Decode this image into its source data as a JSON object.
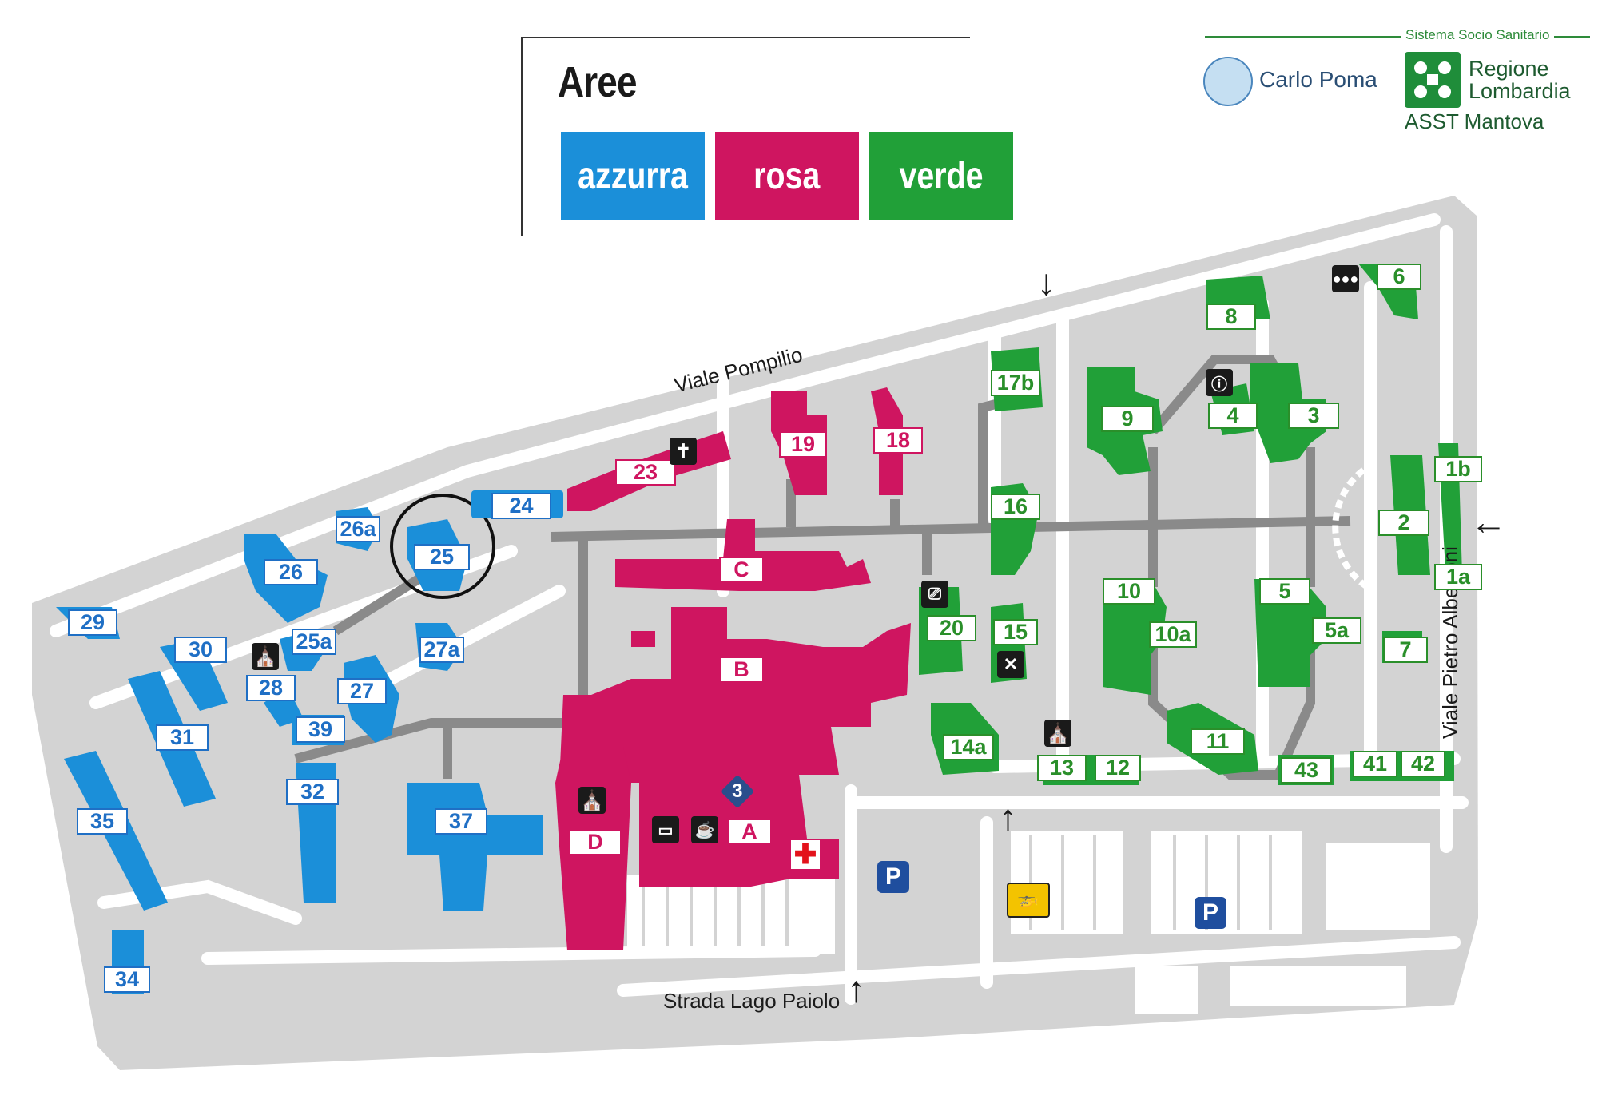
{
  "legend": {
    "title": "Aree",
    "areas": [
      {
        "label": "azzurra",
        "color": "#1b8fd9"
      },
      {
        "label": "rosa",
        "color": "#cf1560"
      },
      {
        "label": "verde",
        "color": "#21a038"
      }
    ]
  },
  "branding": {
    "tagline": "Sistema Socio Sanitario",
    "hospital": "Carlo Poma",
    "region_line1": "Regione",
    "region_line2": "Lombardia",
    "unit": "ASST Mantova"
  },
  "streets": {
    "north": "Viale Pompilio",
    "south": "Strada Lago Paiolo",
    "east": "Viale Pietro Albertoni"
  },
  "buildings": {
    "blue": [
      "24",
      "25",
      "26",
      "26a",
      "25a",
      "27a",
      "27",
      "28",
      "29",
      "30",
      "31",
      "32",
      "34",
      "35",
      "37",
      "39"
    ],
    "pink": [
      "23",
      "19",
      "18",
      "C",
      "B",
      "D",
      "A"
    ],
    "green": [
      "6",
      "8",
      "17b",
      "9",
      "4",
      "3",
      "1b",
      "2",
      "1a",
      "16",
      "10",
      "5",
      "10a",
      "5a",
      "7",
      "20",
      "15",
      "14a",
      "13",
      "12",
      "11",
      "43",
      "41",
      "42"
    ]
  },
  "services": {
    "church": "church-icon",
    "cross": "cross-icon",
    "meeting": "meeting-icon",
    "info": "info-icon",
    "restaurant": "restaurant-icon",
    "book": "book-icon",
    "coffee": "coffee-icon",
    "emergency": "emergency-icon",
    "parking": "P",
    "helipad": "helipad-icon"
  },
  "colors": {
    "blue": "#1b8fd9",
    "pink": "#cf1560",
    "green": "#21a038",
    "ground": "#d3d3d3",
    "path": "#8a8a8a"
  }
}
